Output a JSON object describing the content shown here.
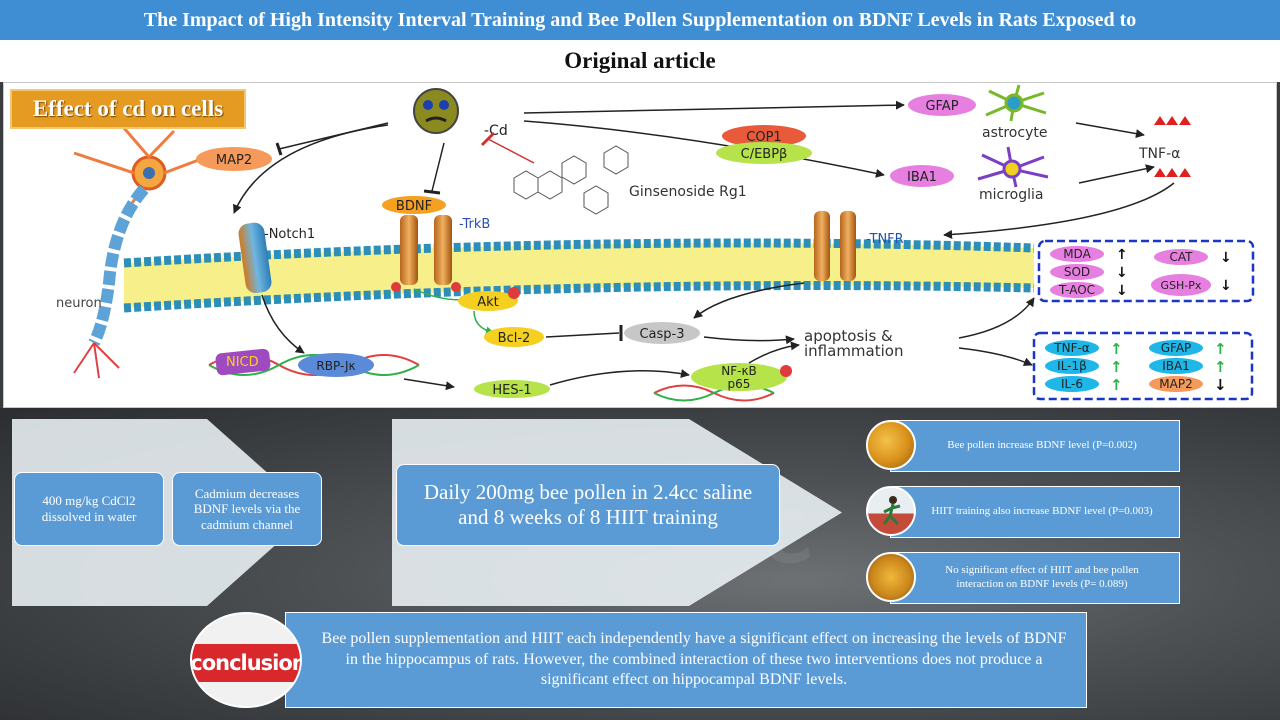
{
  "title": "The Impact of High Intensity Interval Training and Bee Pollen Supplementation on BDNF Levels in Rats Exposed to",
  "subtitle": "Original article",
  "diagram": {
    "header": "Effect of cd on cells",
    "labels": {
      "cd": "-Cd",
      "gfap": "GFAP",
      "astrocyte": "astrocyte",
      "tnf_alpha": "TNF-α",
      "cop1": "COP1",
      "cebp": "C/EBPβ",
      "iba1": "IBA1",
      "microglia": "microglia",
      "ginsenoside": "Ginsenoside Rg1",
      "map2": "MAP2",
      "notch1": "-Notch1",
      "bdnf": "BDNF",
      "trkb": "-TrkB",
      "tnfr": "-TNFR",
      "neuron": "neuron",
      "akt": "Akt",
      "bcl2": "Bcl-2",
      "casp3": "Casp-3",
      "apoptosis": "apoptosis &",
      "inflammation": "inflammation",
      "nicd": "NICD",
      "rbpj": "RBP-Jκ",
      "hes1": "HES-1",
      "nfkb": "NF-κB",
      "p65": "p65"
    },
    "oxidative_markers": [
      {
        "name": "MDA",
        "arrow": "↑"
      },
      {
        "name": "CAT",
        "arrow": "↓"
      },
      {
        "name": "SOD",
        "arrow": "↓"
      },
      {
        "name": "GSH-Px",
        "arrow": "↓"
      },
      {
        "name": "T-AOC",
        "arrow": "↓"
      }
    ],
    "inflammatory_markers": [
      {
        "name": "TNF-α",
        "arrow": "↑"
      },
      {
        "name": "GFAP",
        "arrow": "↑"
      },
      {
        "name": "IL-1β",
        "arrow": "↑"
      },
      {
        "name": "IBA1",
        "arrow": "↑"
      },
      {
        "name": "IL-6",
        "arrow": "↑"
      },
      {
        "name": "MAP2",
        "arrow": "↓"
      }
    ]
  },
  "flow": {
    "step1": "400 mg/kg CdCl2 dissolved in water",
    "step2": "Cadmium decreases BDNF levels via the cadmium channel",
    "step3": "Daily 200mg bee pollen in 2.4cc saline and 8 weeks of 8 HIIT training"
  },
  "results": [
    {
      "text": "Bee pollen increase BDNF level (P=0.002)"
    },
    {
      "text": "HIIT training also increase BDNF level (P=0.003)"
    },
    {
      "text": "No significant effect of HIIT and bee pollen interaction on BDNF levels (P= 0.089)"
    }
  ],
  "conclusion": {
    "badge": "conclusion",
    "text": "Bee pollen supplementation and HIIT each independently have a significant effect on increasing the levels of BDNF in the hippocampus of rats. However, the combined interaction of these two interventions does not produce a significant effect on hippocampal BDNF levels."
  },
  "colors": {
    "title_bg": "#3f8ed4",
    "box_blue": "#5b9bd5",
    "effect_orange": "#e59a22",
    "badge_red": "#d8282c",
    "marker_pink": "#e77fe0",
    "marker_cyan": "#1fb6e8",
    "marker_orange": "#f59a5b",
    "green_arrow": "#2eb04a"
  }
}
